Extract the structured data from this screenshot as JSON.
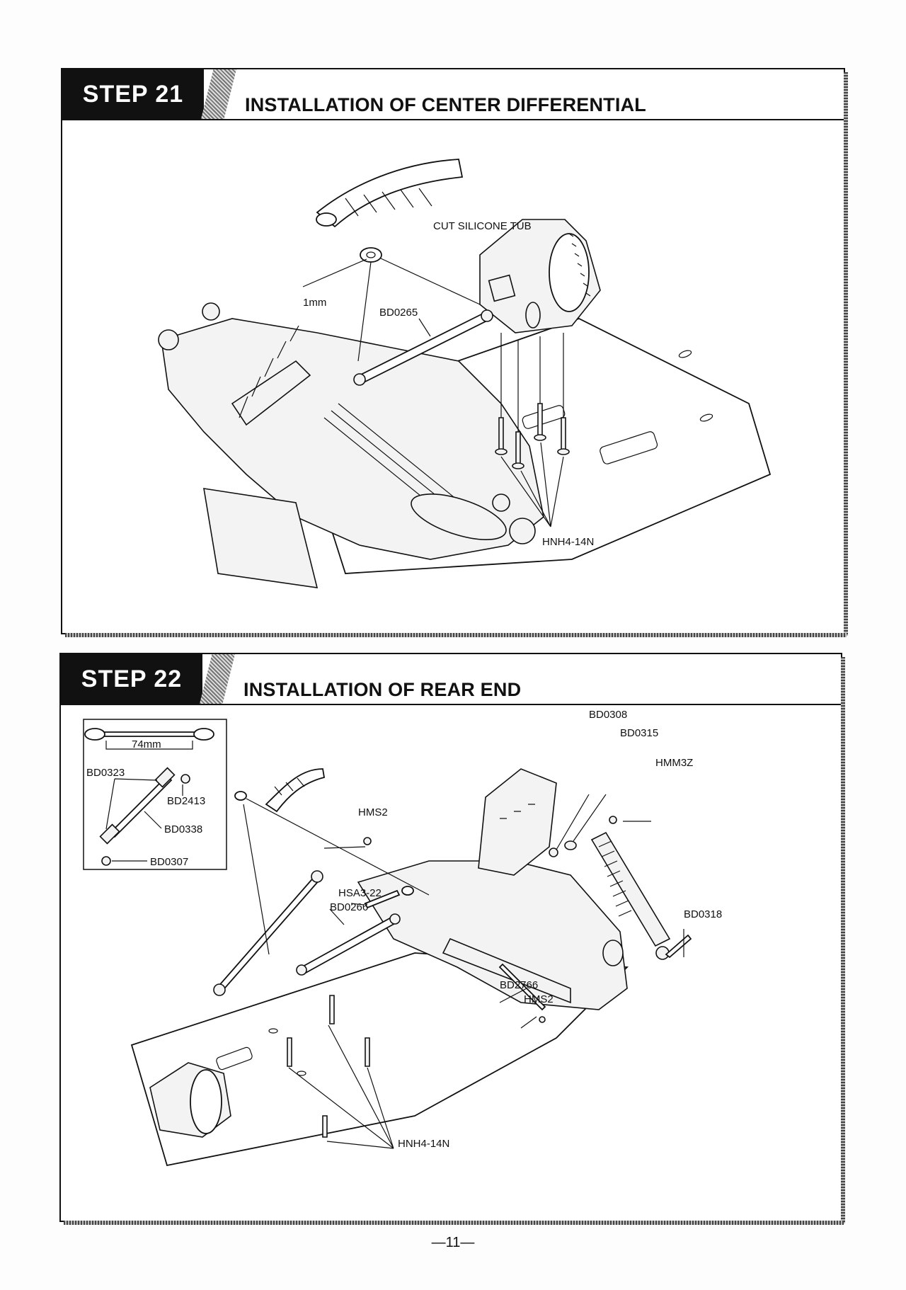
{
  "steps": [
    {
      "step_label": "STEP 21",
      "title": "INSTALLATION OF CENTER DIFFERENTIAL",
      "labels": {
        "cut_tube": "CUT SILICONE TUB",
        "spacer": "1mm",
        "driveshaft": "BD0265",
        "screws": "HNH4-14N"
      }
    },
    {
      "step_label": "STEP 22",
      "title": "INSTALLATION OF REAR END",
      "inset": {
        "length": "74mm",
        "rod_end": "BD0323",
        "ball": "BD2413",
        "turnbuckle": "BD0338",
        "ball_stud": "BD0307"
      },
      "labels": {
        "shock_cap": "BD0308",
        "shock_bush": "BD0315",
        "nut": "HMM3Z",
        "setscrew_top": "HMS2",
        "pin": "HSA3-22",
        "driveshaft": "BD0266",
        "shock_pin": "BD0318",
        "hinge_pin": "BD2766",
        "setscrew_bottom": "HMS2",
        "screws": "HNH4-14N"
      }
    }
  ],
  "page_number": "—11—"
}
